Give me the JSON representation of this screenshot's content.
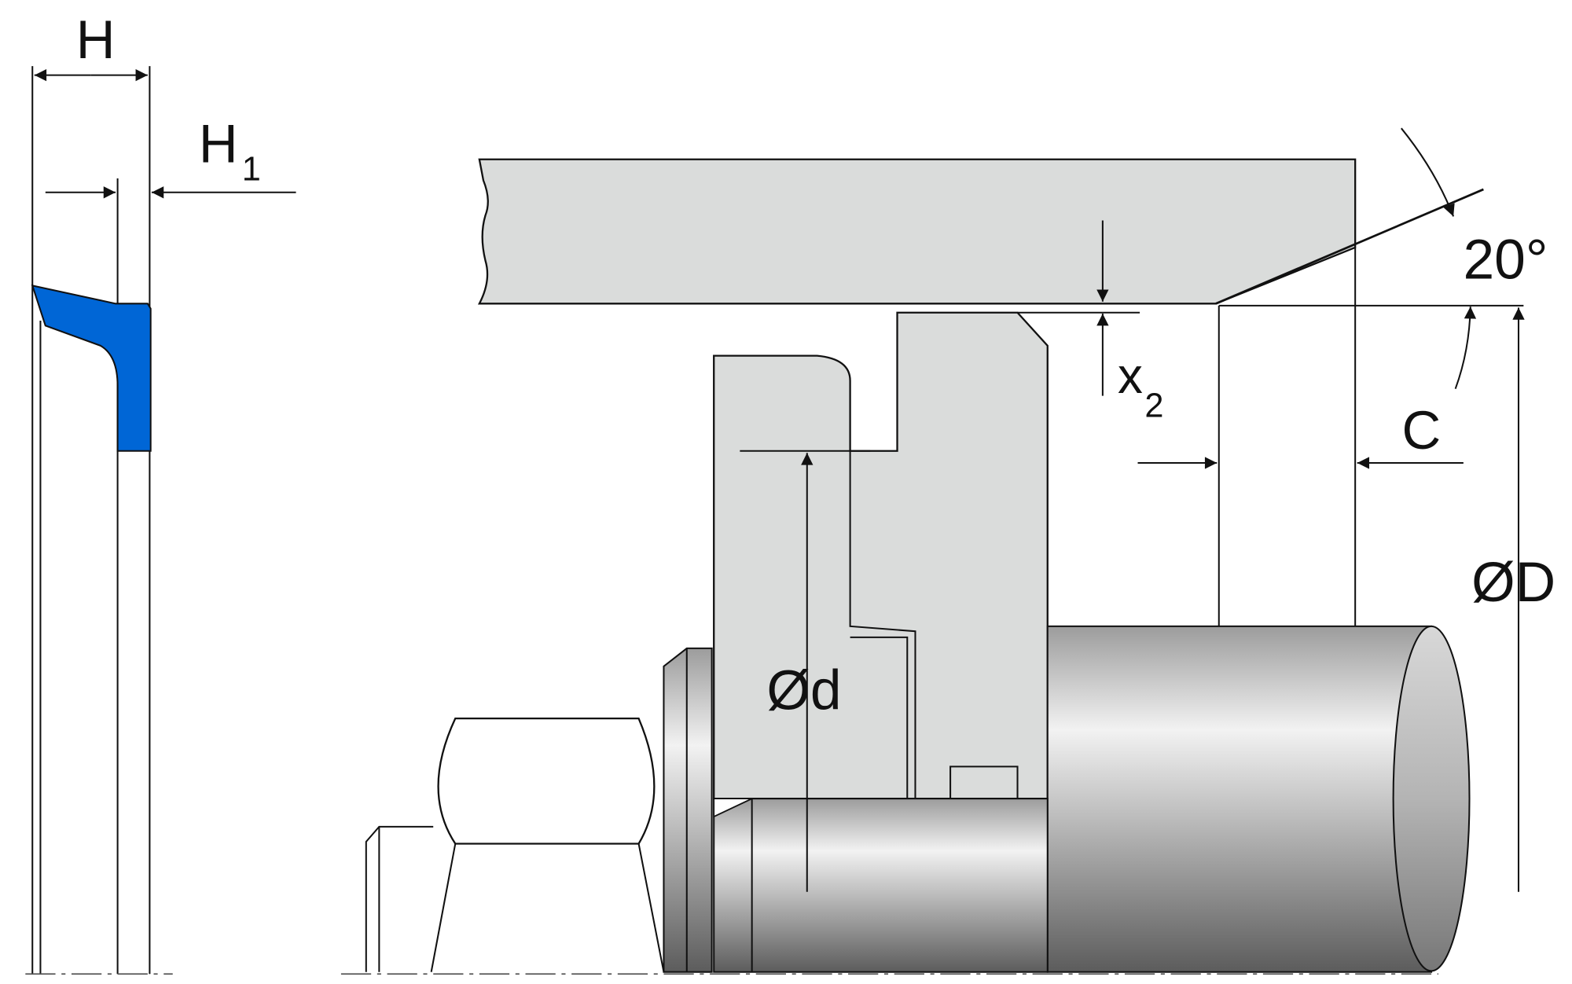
{
  "labels": {
    "H": "H",
    "H1_main": "H",
    "H1_sub": "1",
    "x2_main": "x",
    "x2_sub": "2",
    "C": "C",
    "angle": "20°",
    "d": "Ød",
    "D": "ØD"
  },
  "colors": {
    "seal": "#0066d6",
    "housing": "#dadcdb",
    "outline": "#111111"
  }
}
